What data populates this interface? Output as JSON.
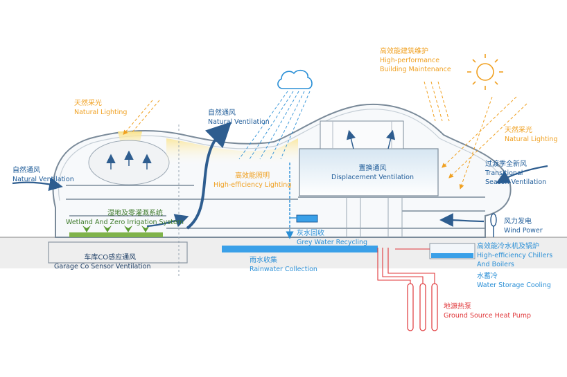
{
  "labels": {
    "natural_ventilation_left": {
      "zh": "自然通风",
      "en": "Natural Ventilation"
    },
    "natural_lighting_left": {
      "zh": "天然采光",
      "en": "Natural Lighting"
    },
    "natural_ventilation_center": {
      "zh": "自然通风",
      "en": "Natural Ventilation"
    },
    "high_efficiency_lighting": {
      "zh": "高效能照明",
      "en": "High-efficiency Lighting"
    },
    "displacement_ventilation": {
      "zh": "置换通风",
      "en": "Displacement Ventilation"
    },
    "building_maintenance": {
      "zh": "高效能建筑维护",
      "en1": "High-performance",
      "en2": "Building Maintenance"
    },
    "natural_lighting_right": {
      "zh": "天然采光",
      "en": "Natural Lighting"
    },
    "transitional_ventilation": {
      "zh": "过渡季全新风",
      "en1": "Transitional",
      "en2": "Season Ventilation"
    },
    "wetland": {
      "zh": "湿地及零灌溉系统",
      "en": "Wetland And Zero Irrigation System"
    },
    "wind_power": {
      "zh": "风力发电",
      "en": "Wind Power"
    },
    "grey_water": {
      "zh": "灰水回收",
      "en": "Grey Water Recycling"
    },
    "garage": {
      "zh": "车库CO感应通风",
      "en": "Garage Co Sensor Ventilation"
    },
    "rainwater": {
      "zh": "雨水收集",
      "en": "Rainwater Collection"
    },
    "chillers": {
      "zh": "高效能冷水机及锅炉",
      "en1": "High-efficiency Chillers",
      "en2": "And Boilers"
    },
    "water_storage": {
      "zh": "水蓄冷",
      "en": "Water Storage Cooling"
    },
    "heat_pump": {
      "zh": "地源热泵",
      "en": "Ground Source Heat Pump"
    }
  },
  "colors": {
    "dark_blue": "#1f5c99",
    "orange": "#f0a020",
    "green": "#3d7a2a",
    "light_blue": "#2a8fd6",
    "red": "#e0373a",
    "water": "#3aa0e8"
  },
  "icons": [
    "cloud-icon",
    "sun-icon",
    "wind-turbine-icon"
  ]
}
